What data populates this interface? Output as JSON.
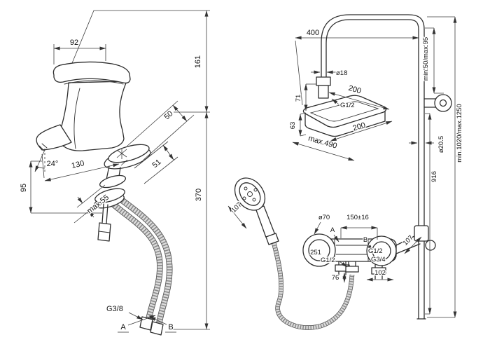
{
  "figure": {
    "background": "#ffffff",
    "line_color": "#2d2d2d",
    "dim_color": "#3c3c3c",
    "description": "Technical dimension drawing: basin mixer tap (left) and thermostatic shower column (right)"
  },
  "left": {
    "dims": {
      "w92": "92",
      "h161": "161",
      "d50": "50",
      "angle24": "24°",
      "d130": "130",
      "d51": "51",
      "d95": "95",
      "max55": "max.55",
      "h370": "370",
      "g38": "G3/8",
      "a": "A",
      "b": "B"
    }
  },
  "right": {
    "dims": {
      "w400": "400",
      "dia18": "ø18",
      "d200_top": "200",
      "d71": "71",
      "g12_head": "G1/2",
      "d63": "63",
      "d200_bottom": "200",
      "max490": "max.490",
      "min50max95": "min.50/max.95",
      "min1020max1250": "min.1020/max.1250",
      "dia205": "ø20.5",
      "d916": "916",
      "d107_hand": "107",
      "dia70": "ø70",
      "d150pm16": "150±16",
      "a": "A",
      "b": "B",
      "g12_right": "G1/2",
      "d251": "251",
      "g12_outlet": "G1/2",
      "g34": "G3/4",
      "d102": "102",
      "d76": "76",
      "d107_right": "107"
    }
  }
}
